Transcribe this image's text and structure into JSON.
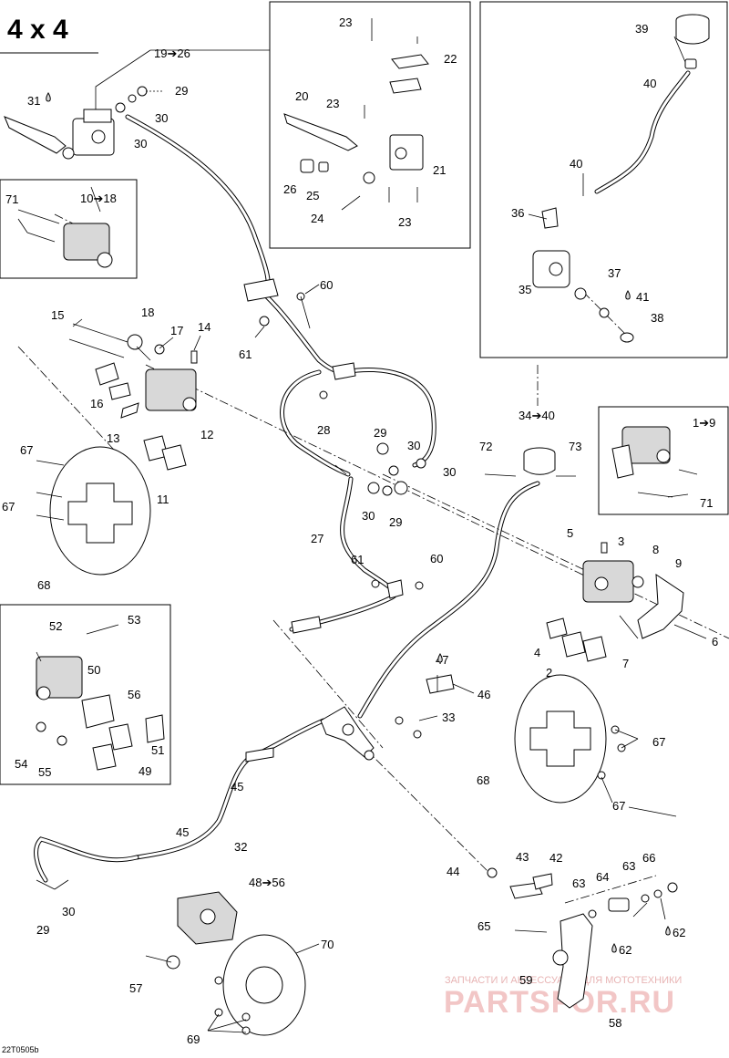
{
  "title": "4 x 4",
  "drawing_code": "22T0505b",
  "watermark": {
    "line1": "ЗАПЧАСТИ И АКСЕССУАРЫ ДЛЯ МОТОТЕХНИКИ",
    "line2": "PARTSFOR.RU"
  },
  "labels": [
    {
      "id": "l-19-26",
      "text": "19➔26"
    },
    {
      "id": "l-29a",
      "text": "29"
    },
    {
      "id": "l-31",
      "text": "31"
    },
    {
      "id": "l-30a",
      "text": "30"
    },
    {
      "id": "l-30b",
      "text": "30"
    },
    {
      "id": "l-23a",
      "text": "23"
    },
    {
      "id": "l-22",
      "text": "22"
    },
    {
      "id": "l-20",
      "text": "20"
    },
    {
      "id": "l-23b",
      "text": "23"
    },
    {
      "id": "l-21",
      "text": "21"
    },
    {
      "id": "l-26",
      "text": "26"
    },
    {
      "id": "l-25",
      "text": "25"
    },
    {
      "id": "l-24",
      "text": "24"
    },
    {
      "id": "l-23c",
      "text": "23"
    },
    {
      "id": "l-39",
      "text": "39"
    },
    {
      "id": "l-40a",
      "text": "40"
    },
    {
      "id": "l-40b",
      "text": "40"
    },
    {
      "id": "l-36",
      "text": "36"
    },
    {
      "id": "l-37",
      "text": "37"
    },
    {
      "id": "l-35",
      "text": "35"
    },
    {
      "id": "l-41",
      "text": "41"
    },
    {
      "id": "l-38",
      "text": "38"
    },
    {
      "id": "l-71a",
      "text": "71"
    },
    {
      "id": "l-10-18",
      "text": "10➔18"
    },
    {
      "id": "l-60a",
      "text": "60"
    },
    {
      "id": "l-61a",
      "text": "61"
    },
    {
      "id": "l-15",
      "text": "15"
    },
    {
      "id": "l-18",
      "text": "18"
    },
    {
      "id": "l-17",
      "text": "17"
    },
    {
      "id": "l-14",
      "text": "14"
    },
    {
      "id": "l-16",
      "text": "16"
    },
    {
      "id": "l-12",
      "text": "12"
    },
    {
      "id": "l-13",
      "text": "13"
    },
    {
      "id": "l-28",
      "text": "28"
    },
    {
      "id": "l-29b",
      "text": "29"
    },
    {
      "id": "l-30c",
      "text": "30"
    },
    {
      "id": "l-30d",
      "text": "30"
    },
    {
      "id": "l-34-40",
      "text": "34➔40"
    },
    {
      "id": "l-1-9",
      "text": "1➔9"
    },
    {
      "id": "l-67a",
      "text": "67"
    },
    {
      "id": "l-11",
      "text": "11"
    },
    {
      "id": "l-72",
      "text": "72"
    },
    {
      "id": "l-73",
      "text": "73"
    },
    {
      "id": "l-71b",
      "text": "71"
    },
    {
      "id": "l-67b",
      "text": "67"
    },
    {
      "id": "l-30e",
      "text": "30"
    },
    {
      "id": "l-29c",
      "text": "29"
    },
    {
      "id": "l-27",
      "text": "27"
    },
    {
      "id": "l-68a",
      "text": "68"
    },
    {
      "id": "l-61b",
      "text": "61"
    },
    {
      "id": "l-60b",
      "text": "60"
    },
    {
      "id": "l-5",
      "text": "5"
    },
    {
      "id": "l-3",
      "text": "3"
    },
    {
      "id": "l-8",
      "text": "8"
    },
    {
      "id": "l-9",
      "text": "9"
    },
    {
      "id": "l-52",
      "text": "52"
    },
    {
      "id": "l-53",
      "text": "53"
    },
    {
      "id": "l-50",
      "text": "50"
    },
    {
      "id": "l-4",
      "text": "4"
    },
    {
      "id": "l-6",
      "text": "6"
    },
    {
      "id": "l-2",
      "text": "2"
    },
    {
      "id": "l-7",
      "text": "7"
    },
    {
      "id": "l-47",
      "text": "47"
    },
    {
      "id": "l-46",
      "text": "46"
    },
    {
      "id": "l-56",
      "text": "56"
    },
    {
      "id": "l-33",
      "text": "33"
    },
    {
      "id": "l-51",
      "text": "51"
    },
    {
      "id": "l-54",
      "text": "54"
    },
    {
      "id": "l-55",
      "text": "55"
    },
    {
      "id": "l-49",
      "text": "49"
    },
    {
      "id": "l-67c",
      "text": "67"
    },
    {
      "id": "l-68b",
      "text": "68"
    },
    {
      "id": "l-67d",
      "text": "67"
    },
    {
      "id": "l-45a",
      "text": "45"
    },
    {
      "id": "l-45b",
      "text": "45"
    },
    {
      "id": "l-32",
      "text": "32"
    },
    {
      "id": "l-43",
      "text": "43"
    },
    {
      "id": "l-42",
      "text": "42"
    },
    {
      "id": "l-63a",
      "text": "63"
    },
    {
      "id": "l-66",
      "text": "66"
    },
    {
      "id": "l-44",
      "text": "44"
    },
    {
      "id": "l-63b",
      "text": "63"
    },
    {
      "id": "l-64",
      "text": "64"
    },
    {
      "id": "l-48-56",
      "text": "48➔56"
    },
    {
      "id": "l-30f",
      "text": "30"
    },
    {
      "id": "l-29d",
      "text": "29"
    },
    {
      "id": "l-65",
      "text": "65"
    },
    {
      "id": "l-62a",
      "text": "62"
    },
    {
      "id": "l-62b",
      "text": "62"
    },
    {
      "id": "l-70",
      "text": "70"
    },
    {
      "id": "l-57",
      "text": "57"
    },
    {
      "id": "l-59",
      "text": "59"
    },
    {
      "id": "l-69",
      "text": "69"
    },
    {
      "id": "l-58",
      "text": "58"
    }
  ]
}
